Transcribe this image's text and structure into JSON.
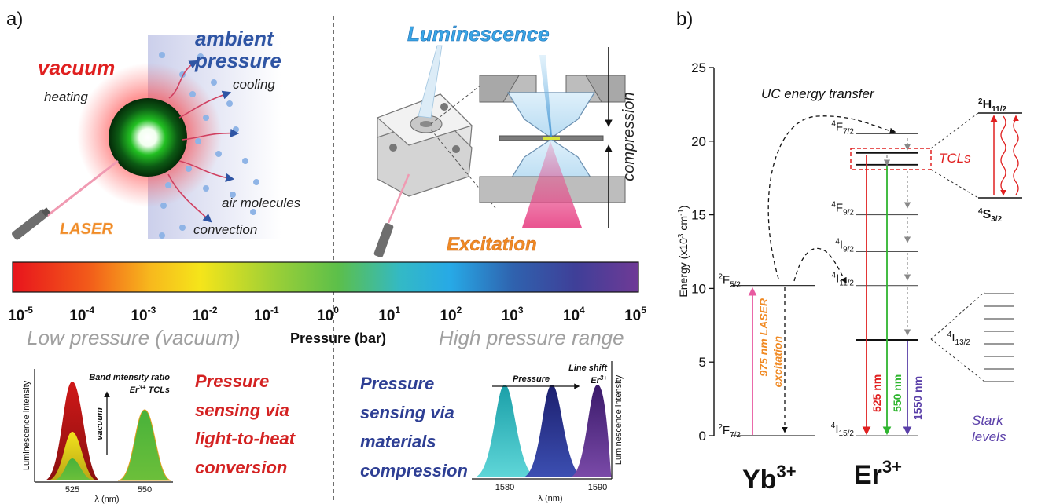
{
  "panel_a": {
    "label": "a)",
    "vacuum": "vacuum",
    "heating": "heating",
    "ambient_line1": "ambient",
    "ambient_line2": "pressure",
    "cooling": "cooling",
    "air_molecules": "air molecules",
    "convection": "convection",
    "laser": "LASER",
    "luminescence": "Luminescence",
    "excitation": "Excitation",
    "compression": "compression",
    "scale_ticks": [
      "-5",
      "-4",
      "-3",
      "-2",
      "-1",
      "0",
      "1",
      "2",
      "3",
      "4",
      "5"
    ],
    "scale_base": "10",
    "pressure_unit": "Pressure (bar)",
    "low_range": "Low pressure (vacuum)",
    "high_range": "High pressure range",
    "left_sensing": [
      "Pressure",
      "sensing via",
      "light-to-heat",
      "conversion"
    ],
    "right_sensing": [
      "Pressure",
      "sensing via",
      "materials",
      "compression"
    ],
    "inset_left": {
      "title": "Band intensity ratio",
      "subtitle": "Er",
      "subtitle_sup": "3+",
      "subtitle_tail": " TCLs",
      "arrow_label": "vacuum",
      "ylabel": "Luminescence intensity",
      "xlabel": "λ (nm)",
      "xticks": [
        "525",
        "550"
      ]
    },
    "inset_right": {
      "title": "Line shift",
      "subtitle": "Er",
      "subtitle_sup": "3+",
      "arrow_label": "Pressure",
      "ylabel": "Luminescence intensity",
      "xlabel": "λ (nm)",
      "xticks": [
        "1580",
        "1590"
      ]
    },
    "colors": {
      "vacuum": "#e02020",
      "ambient": "#2f55a4",
      "laser": "#f08a24",
      "luminescence": "#2a9ee0",
      "sensing_red": "#d42222",
      "sensing_blue": "#2e3f94",
      "range_gray": "#a0a0a0"
    }
  },
  "panel_b": {
    "label": "b)",
    "ylabel": "Energy (x10",
    "ylabel_sup": "3",
    "ylabel_mid": " cm",
    "ylabel_sup2": "-1",
    "ylabel_tail": ")",
    "yticks": [
      "0",
      "5",
      "10",
      "15",
      "20",
      "25"
    ],
    "uc_transfer": "UC energy transfer",
    "tcls": "TCLs",
    "yb": "Yb",
    "yb_sup": "3+",
    "er": "Er",
    "er_sup": "3+",
    "yb_levels": [
      {
        "base": "F",
        "pre": "2",
        "sub": "5/2",
        "energy": 10.2
      },
      {
        "base": "F",
        "pre": "2",
        "sub": "7/2",
        "energy": 0
      }
    ],
    "er_levels": [
      {
        "base": "F",
        "pre": "4",
        "sub": "7/2",
        "energy": 20.5
      },
      {
        "base": "F",
        "pre": "4",
        "sub": "9/2",
        "energy": 15.0
      },
      {
        "base": "I",
        "pre": "4",
        "sub": "9/2",
        "energy": 12.5
      },
      {
        "base": "I",
        "pre": "4",
        "sub": "11/2",
        "energy": 10.2
      },
      {
        "base": "I",
        "pre": "4",
        "sub": "13/2",
        "energy": 6.5
      },
      {
        "base": "I",
        "pre": "4",
        "sub": "15/2",
        "energy": 0
      }
    ],
    "tcl_levels": [
      {
        "base": "H",
        "pre": "2",
        "sub": "11/2",
        "energy": 19.2
      },
      {
        "base": "S",
        "pre": "4",
        "sub": "3/2",
        "energy": 18.4
      }
    ],
    "excitation_label": [
      "975 nm LASER",
      "excitation"
    ],
    "emissions": [
      {
        "label": "525 nm",
        "color": "#e02020"
      },
      {
        "label": "550 nm",
        "color": "#2fb52f"
      },
      {
        "label": "1550 nm",
        "color": "#5a3fa8"
      }
    ],
    "stark_line1": "Stark",
    "stark_line2": "levels"
  }
}
